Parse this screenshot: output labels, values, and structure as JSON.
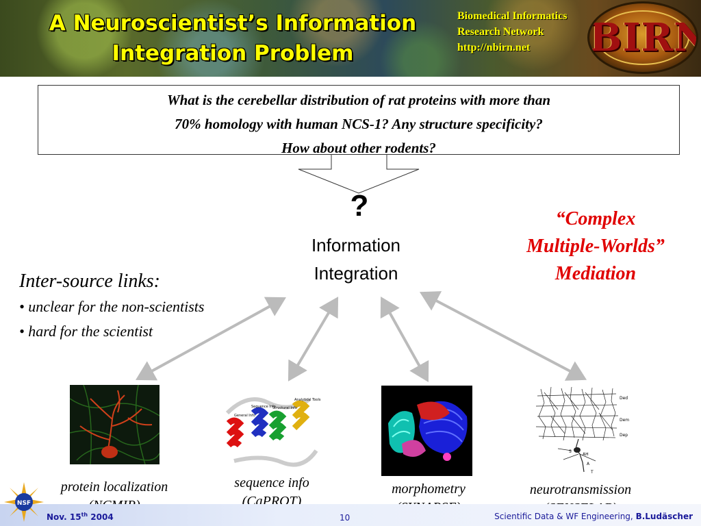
{
  "header": {
    "title_line1": "A Neuroscientist’s Information",
    "title_line2": "Integration Problem",
    "org_line1": "Biomedical Informatics",
    "org_line2": "Research Network",
    "org_url": "http://nbirn.net",
    "logo_text": "BIRN"
  },
  "question": {
    "line1": "What is the cerebellar distribution of rat proteins with more than",
    "line2": "70% homology with human NCS-1? Any structure specificity?",
    "line3": "How about other rodents?"
  },
  "center": {
    "qmark": "?",
    "line1": "Information",
    "line2": "Integration"
  },
  "mediation": {
    "line1": "“Complex",
    "line2": "Multiple-Worlds”",
    "line3": "Mediation"
  },
  "links": {
    "heading": "Inter-source links:",
    "bullet1": "• unclear for the non-scientists",
    "bullet2": "• hard for the scientist"
  },
  "sources": [
    {
      "name": "protein localization",
      "code": "(NCMIR)"
    },
    {
      "name": "sequence info",
      "code": "(CaPROT)"
    },
    {
      "name": "morphometry",
      "code": "(SYNAPSE)"
    },
    {
      "name": "neurotransmission",
      "code": "(SENSELAB)"
    }
  ],
  "ribbon_labels": {
    "a": "General Info",
    "b": "Sequence Info",
    "c": "Structural Info",
    "d": "Analytical Tools"
  },
  "neuron_labels": {
    "a": "Ded",
    "b": "Dem",
    "c": "Dep",
    "d": "S",
    "e": "AH",
    "f": "A",
    "g": "T"
  },
  "footer": {
    "date_prefix": "Nov. 15",
    "date_sup": "th",
    "date_suffix": " 2004",
    "page": "10",
    "right_text": "Scientific Data & WF Engineering, ",
    "right_author": "B.Ludäscher",
    "nsf_label": "NSF"
  },
  "colors": {
    "title": "#ffff00",
    "mediation": "#e00000",
    "arrows": "#bbbbbb",
    "footer_text": "#1a1a9a"
  }
}
